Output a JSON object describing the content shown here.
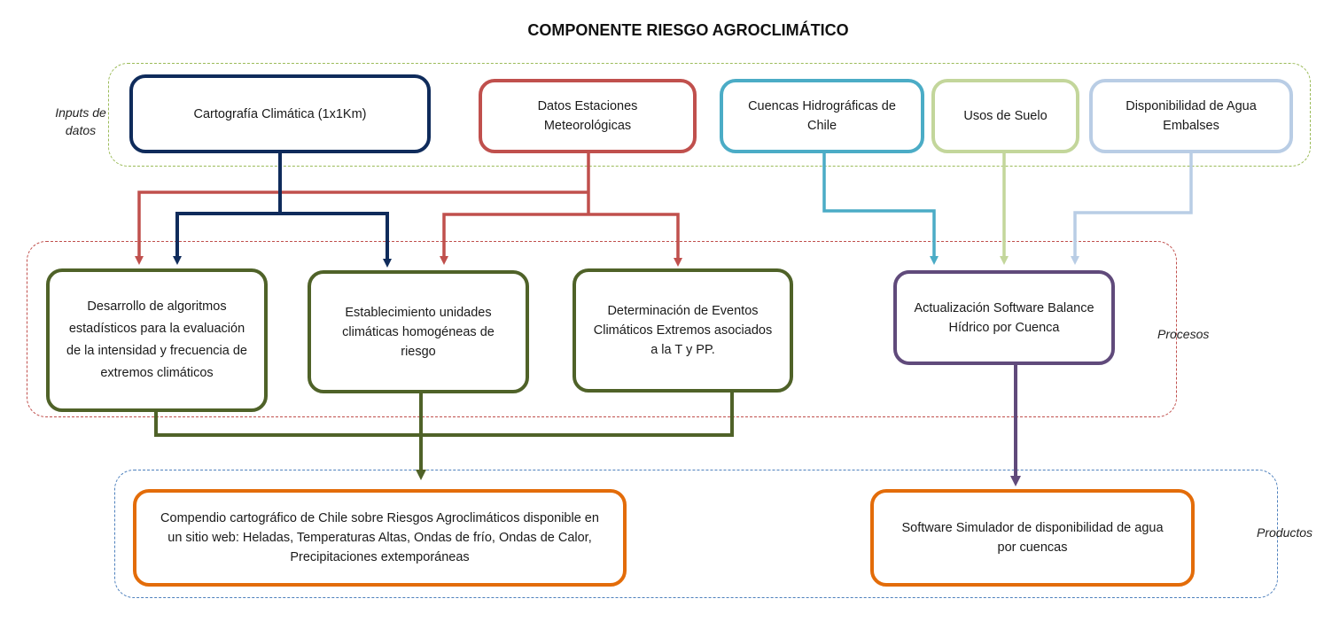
{
  "title": "COMPONENTE RIESGO AGROCLIMÁTICO",
  "groups": {
    "inputs": {
      "label": "Inputs de datos",
      "color": "#9bbb59"
    },
    "processes": {
      "label": "Procesos",
      "color": "#c0504d"
    },
    "products": {
      "label": "Productos",
      "color": "#4f81bd"
    }
  },
  "nodes": {
    "cartografia": {
      "label": "Cartografía Climática (1x1Km)",
      "color": "#0f2b5b"
    },
    "estaciones": {
      "label": "Datos Estaciones Meteorológicas",
      "color": "#c0504d"
    },
    "cuencas": {
      "label": "Cuencas Hidrográficas de Chile",
      "color": "#4bacc6"
    },
    "usos": {
      "label": "Usos de Suelo",
      "color": "#c3d69b"
    },
    "agua": {
      "label": "Disponibilidad de Agua Embalses",
      "color": "#b9cde5"
    },
    "algoritmos": {
      "label": "Desarrollo de algoritmos estadísticos para la evaluación de la intensidad y frecuencia de extremos climáticos",
      "color": "#4f6228"
    },
    "unidades": {
      "label": "Establecimiento unidades climáticas  homogéneas de riesgo",
      "color": "#4f6228"
    },
    "eventos": {
      "label": "Determinación de Eventos Climáticos Extremos asociados a la T y PP.",
      "color": "#4f6228"
    },
    "software_act": {
      "label": "Actualización Software Balance Hídrico por Cuenca",
      "color": "#604a7b"
    },
    "compendio": {
      "label": "Compendio cartográfico de Chile sobre Riesgos Agroclimáticos disponible  en un sitio web: Heladas, Temperaturas Altas, Ondas de frío, Ondas de Calor, Precipitaciones extemporáneas",
      "color": "#e36c09"
    },
    "simulador": {
      "label": "Software Simulador de disponibilidad de agua por cuencas",
      "color": "#e36c09"
    }
  }
}
